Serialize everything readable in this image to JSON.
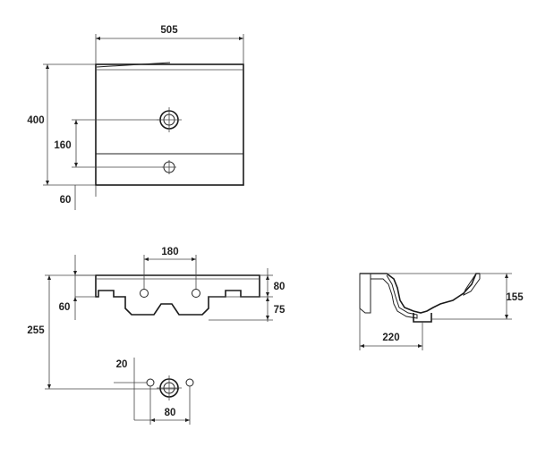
{
  "drawing": {
    "top_view": {
      "width": "505",
      "depth": "400",
      "tap_to_drain": "160",
      "drain_offset": "60"
    },
    "front_view": {
      "hole_spacing": "180",
      "rim_height": "80",
      "body_height": "75",
      "side_offset": "60",
      "total_height": "255"
    },
    "side_section": {
      "height": "155",
      "depth_to_drain": "220"
    },
    "detail": {
      "hole_offset": "20",
      "hole_spacing": "80"
    }
  }
}
